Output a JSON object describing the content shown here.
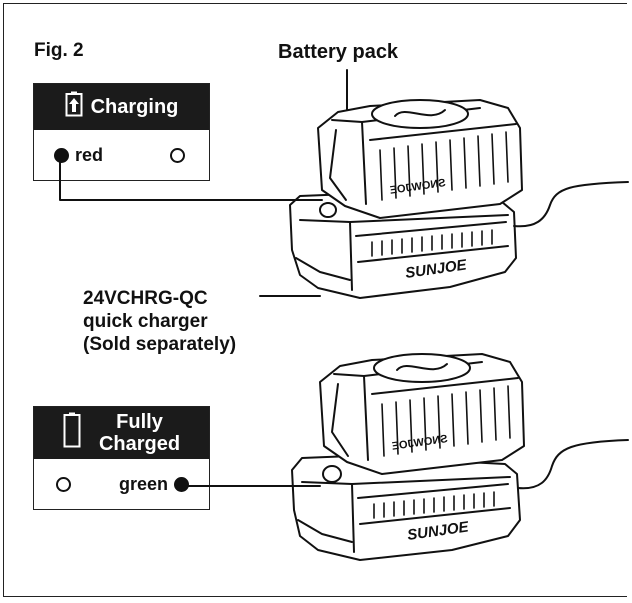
{
  "figure": {
    "label": "Fig. 2"
  },
  "labels": {
    "battery_pack": "Battery pack",
    "charger_model": "24VCHRG-QC",
    "charger_desc": "quick charger",
    "charger_note": "(Sold separately)"
  },
  "status_charging": {
    "title": "Charging",
    "icon": "battery-charging-icon",
    "indicator_label": "red",
    "indicator_color": "#111111"
  },
  "status_full": {
    "title_line1": "Fully",
    "title_line2": "Charged",
    "icon": "battery-empty-icon",
    "indicator_label": "green",
    "indicator_color": "#111111"
  },
  "charger_brand": "SUNJOE",
  "battery_brand": "SNOWJOE",
  "colors": {
    "ink": "#1b1b1b",
    "paper": "#ffffff"
  }
}
